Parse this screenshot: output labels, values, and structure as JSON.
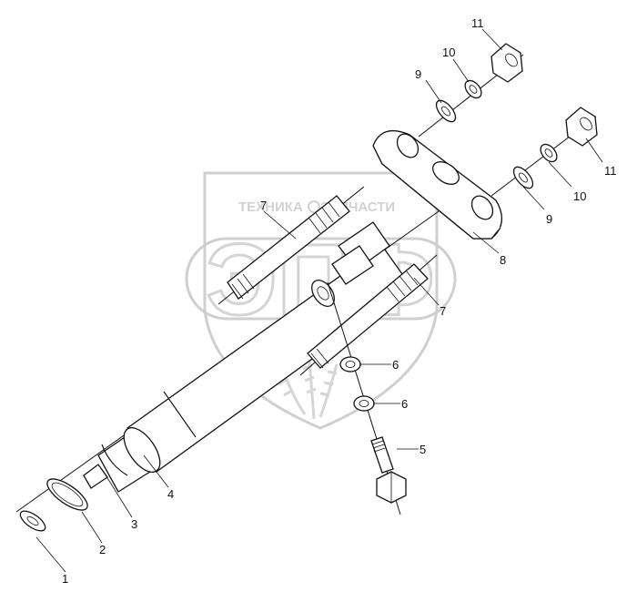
{
  "watermark": {
    "left_text": "ТЕХНИКА",
    "right_text": "ЗАПЧАСТИ",
    "big_text": "ЭПФ"
  },
  "callouts": [
    {
      "label": "1"
    },
    {
      "label": "2"
    },
    {
      "label": "3"
    },
    {
      "label": "4"
    },
    {
      "label": "5"
    },
    {
      "label": "6"
    },
    {
      "label": "6"
    },
    {
      "label": "7"
    },
    {
      "label": "7"
    },
    {
      "label": "8"
    },
    {
      "label": "9"
    },
    {
      "label": "9"
    },
    {
      "label": "10"
    },
    {
      "label": "10"
    },
    {
      "label": "11"
    },
    {
      "label": "11"
    }
  ]
}
